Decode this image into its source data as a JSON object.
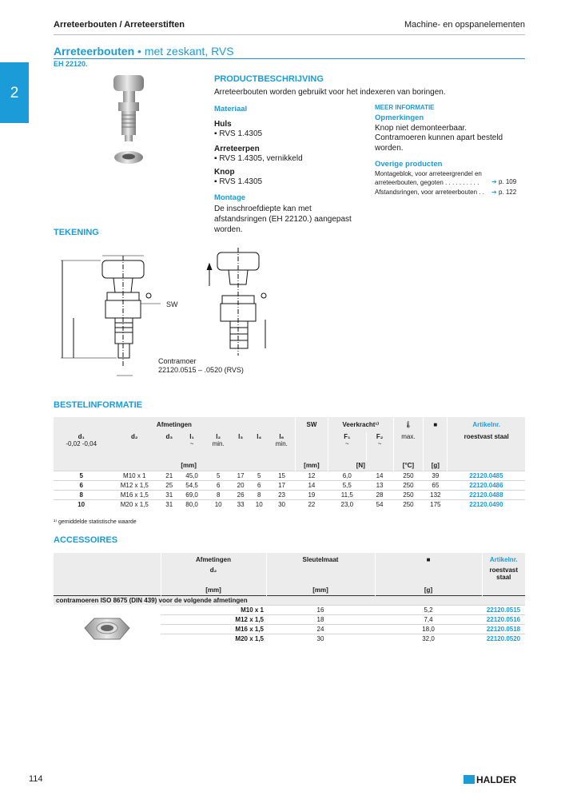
{
  "header": {
    "left": "Arreteerbouten / Arreteerstiften",
    "right": "Machine- en opspanelementen",
    "chapter": "2"
  },
  "product": {
    "title_bold": "Arreteerbouten",
    "title_rest": " • met zeskant, RVS",
    "code": "EH 22120."
  },
  "beschrijving": {
    "heading": "PRODUCTBESCHRIJVING",
    "text": "Arreteerbouten worden gebruikt voor het indexeren van boringen.",
    "materiaal_heading": "Materiaal",
    "huls_label": "Huls",
    "huls_value": "▪ RVS 1.4305",
    "arreteerpen_label": "Arreteerpen",
    "arreteerpen_value": "▪ RVS 1.4305, vernikkeld",
    "knop_label": "Knop",
    "knop_value": "▪ RVS 1.4305",
    "montage_heading": "Montage",
    "montage_text": "De inschroefdiepte kan met afstandsringen (EH 22120.) aangepast worden."
  },
  "info": {
    "heading": "MEER INFORMATIE",
    "opm_heading": "Opmerkingen",
    "opm_text1": "Knop niet demonteerbaar.",
    "opm_text2": "Contramoeren kunnen apart besteld worden.",
    "overige_heading": "Overige producten",
    "link1_text": "Montageblok, voor arreteergrendel en arreteerbouten, gegoten . . . . . . . . . .",
    "link1_page": "p. 109",
    "link2_text": "Afstandsringen, voor arreteerbouten . .",
    "link2_page": "p. 122"
  },
  "tekening": {
    "heading": "TEKENING",
    "sw": "SW",
    "contramoer": "Contramoer",
    "contramoer_nr": "22120.0515 – .0520 (RVS)"
  },
  "bestel": {
    "heading": "BESTELINFORMATIE",
    "afmetingen": "Afmetingen",
    "sw": "SW",
    "veerkracht": "Veerkracht¹⁾",
    "artikelnr": "Artikelnr.",
    "cols": [
      "d₁",
      "d₂",
      "d₃",
      "l₁",
      "l₂",
      "l₃",
      "l₄",
      "l₆",
      "",
      "F₁",
      "F₂",
      "",
      "",
      "roestvast staal"
    ],
    "sub": [
      "-0,02 -0,04",
      "",
      "",
      "~",
      "min.",
      "",
      "",
      "min.",
      "",
      "~",
      "~",
      "max.",
      "",
      ""
    ],
    "units": {
      "mm": "[mm]",
      "mm2": "[mm]",
      "n": "[N]",
      "c": "[°C]",
      "g": "[g]"
    },
    "rows": [
      [
        "5",
        "M10 x 1",
        "21",
        "45,0",
        "5",
        "17",
        "5",
        "15",
        "12",
        "6,0",
        "14",
        "250",
        "39",
        "22120.0485"
      ],
      [
        "6",
        "M12 x 1,5",
        "25",
        "54,5",
        "6",
        "20",
        "6",
        "17",
        "14",
        "5,5",
        "13",
        "250",
        "65",
        "22120.0486"
      ],
      [
        "8",
        "M16 x 1,5",
        "31",
        "69,0",
        "8",
        "26",
        "8",
        "23",
        "19",
        "11,5",
        "28",
        "250",
        "132",
        "22120.0488"
      ],
      [
        "10",
        "M20 x 1,5",
        "31",
        "80,0",
        "10",
        "33",
        "10",
        "30",
        "22",
        "23,0",
        "54",
        "250",
        "175",
        "22120.0490"
      ]
    ],
    "footnote": "¹⁾ gemiddelde statistische waarde"
  },
  "accessoires": {
    "heading": "ACCESSOIRES",
    "afmetingen": "Afmetingen",
    "d2": "d₂",
    "sleutelmaat": "Sleutelmaat",
    "artikelnr": "Artikelnr.",
    "roestvast": "roestvast staal",
    "unit_mm": "[mm]",
    "unit_mm2": "[mm]",
    "unit_g": "[g]",
    "group": "contramoeren ISO 8675 (DIN 439) voor de volgende afmetingen",
    "rows": [
      [
        "M10 x 1",
        "16",
        "5,2",
        "22120.0515"
      ],
      [
        "M12 x 1,5",
        "18",
        "7,4",
        "22120.0516"
      ],
      [
        "M16 x 1,5",
        "24",
        "18,0",
        "22120.0518"
      ],
      [
        "M20 x 1,5",
        "30",
        "32,0",
        "22120.0520"
      ]
    ]
  },
  "footer": {
    "page": "114",
    "brand": "HALDER"
  },
  "colors": {
    "accent": "#1b9bd7",
    "header_fill": "#ececec"
  }
}
